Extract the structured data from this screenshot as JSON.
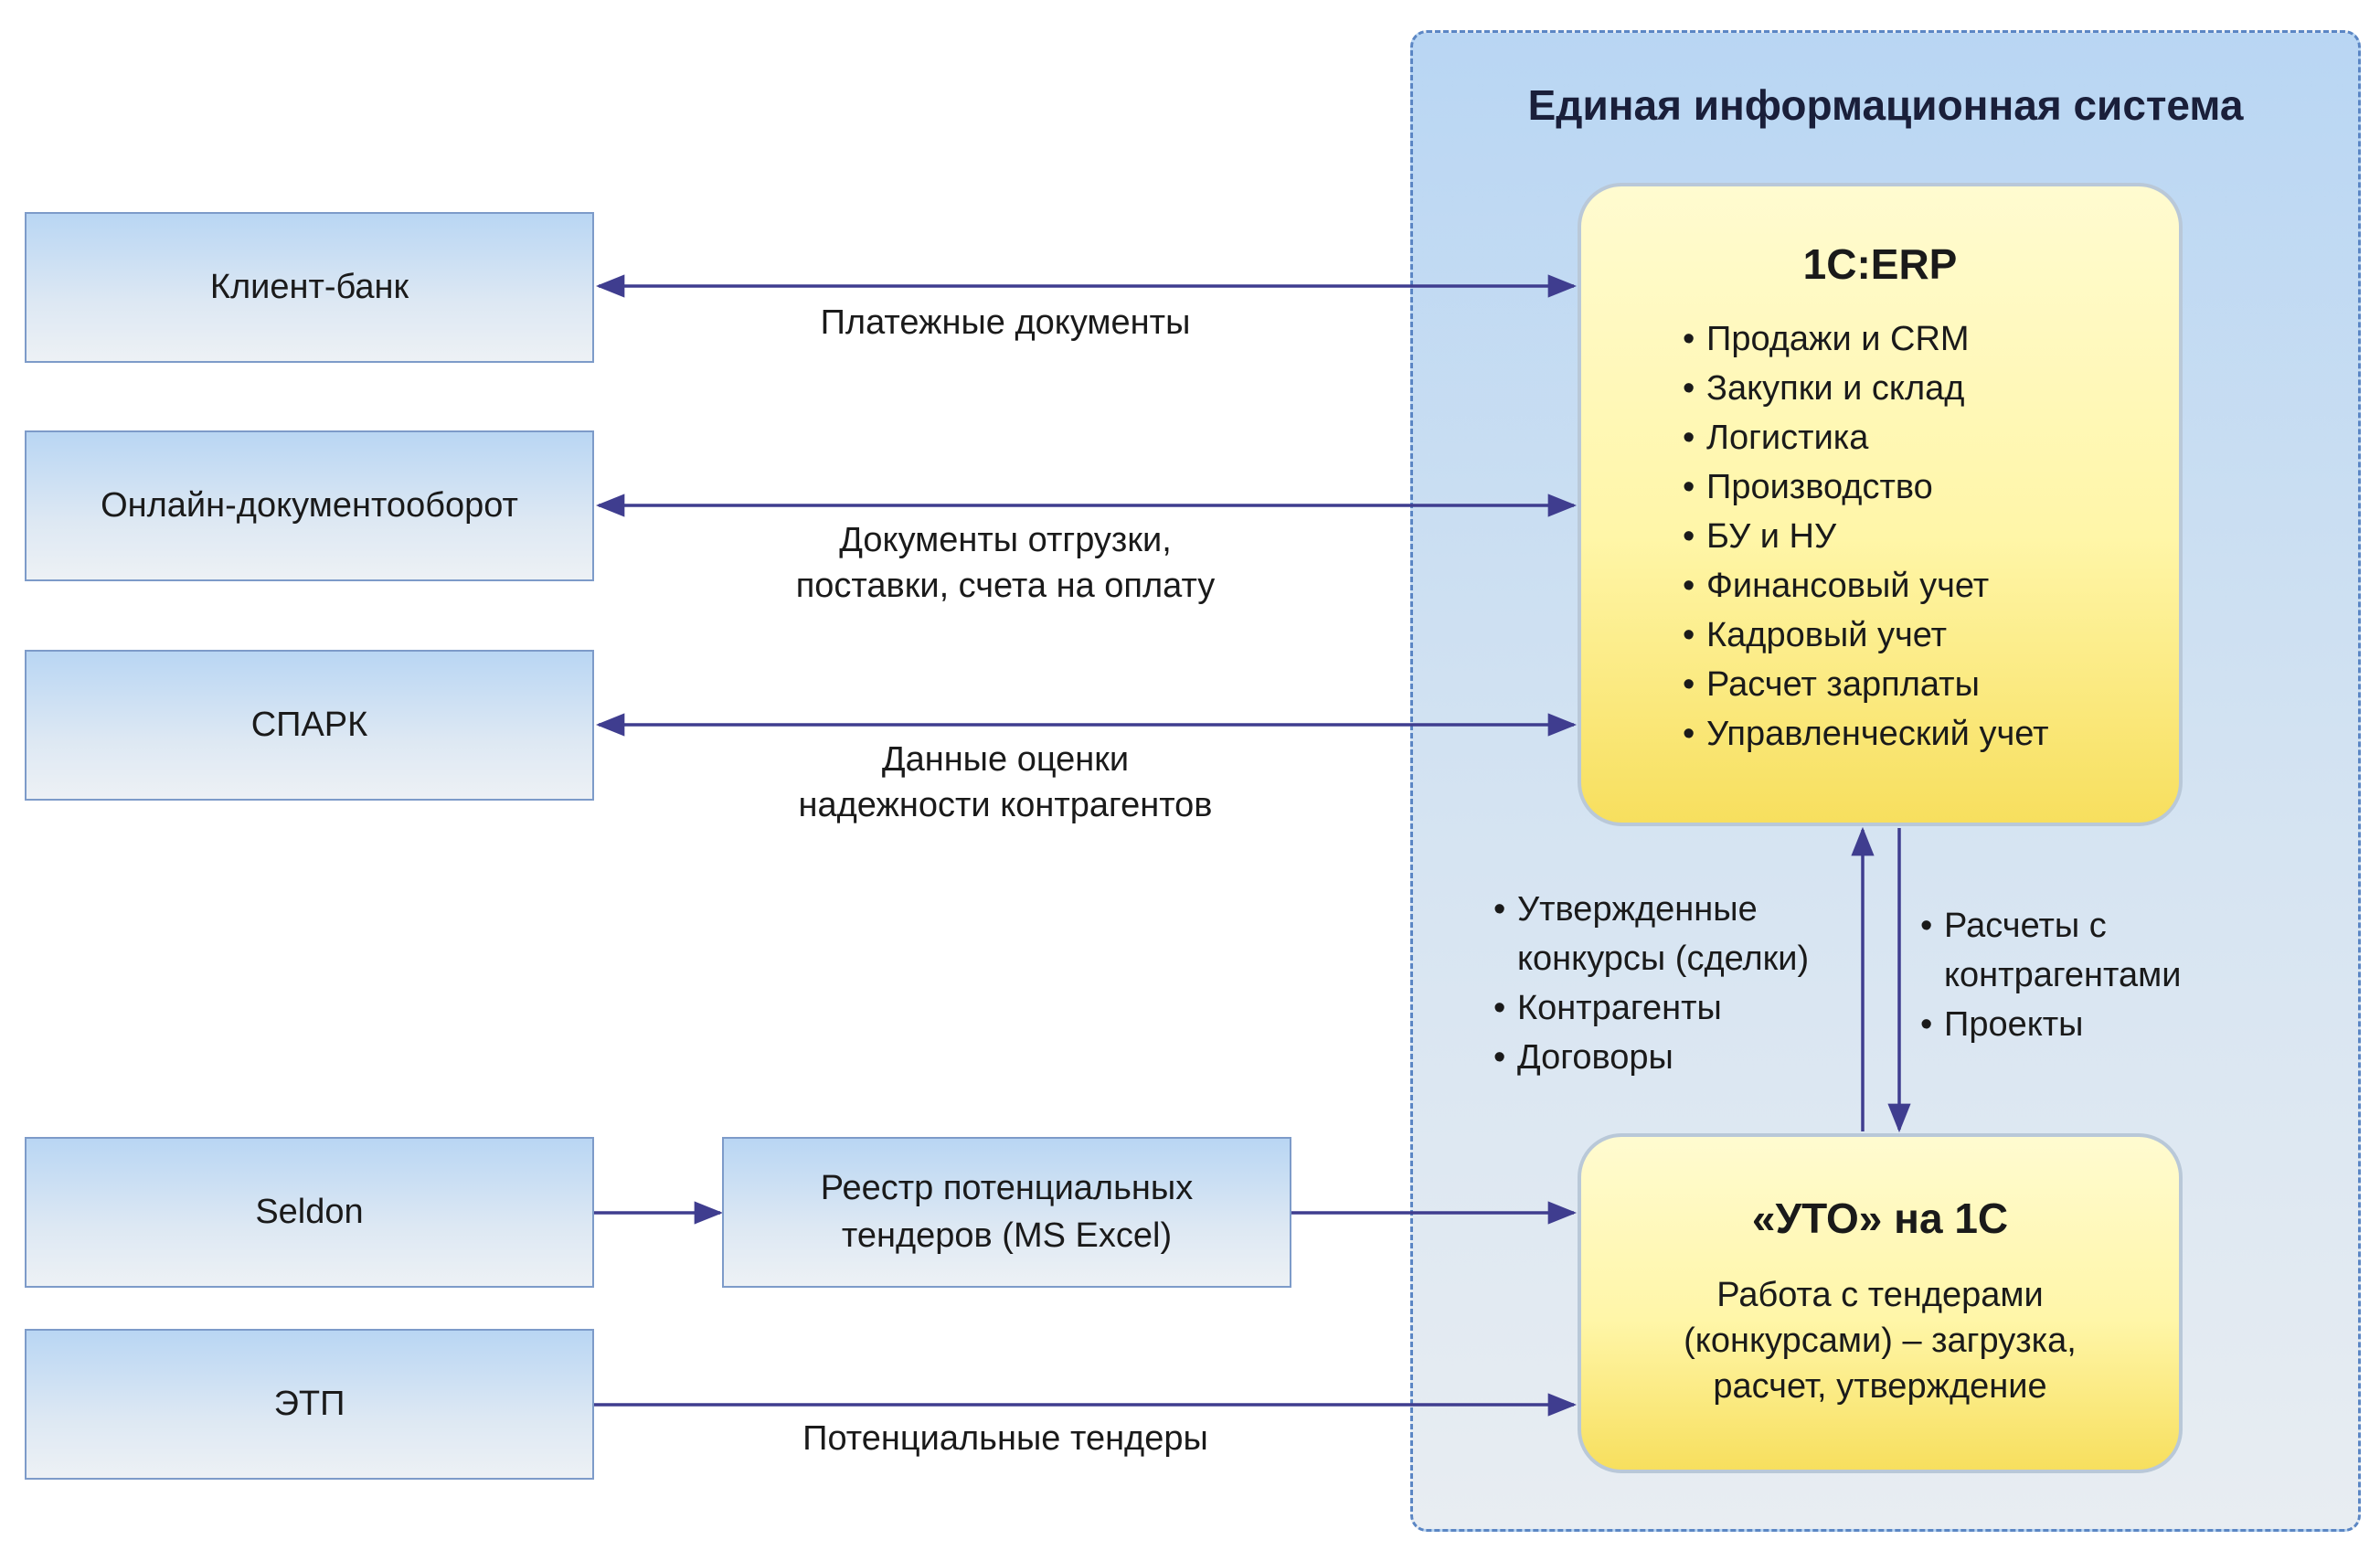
{
  "system": {
    "title": "Единая информационная система"
  },
  "erp": {
    "title": "1С:ERP",
    "items": [
      "Продажи и CRM",
      "Закупки и склад",
      "Логистика",
      "Производство",
      "БУ и НУ",
      "Финансовый учет",
      "Кадровый учет",
      "Расчет зарплаты",
      "Управленческий учет"
    ]
  },
  "uto": {
    "title": "«УТО» на 1С",
    "description": [
      "Работа с тендерами",
      "(конкурсами) – загрузка,",
      "расчет, утверждение"
    ]
  },
  "external": {
    "client_bank": "Клиент-банк",
    "online_docflow": "Онлайн-документооборот",
    "spark": "СПАРК",
    "seldon": "Seldon",
    "etp": "ЭТП",
    "registry": [
      "Реестр потенциальных",
      "тендеров (MS Excel)"
    ]
  },
  "flows": {
    "payment_docs": "Платежные документы",
    "shipment_docs": [
      "Документы отгрузки,",
      "поставки, счета на оплату"
    ],
    "reliability_data": [
      "Данные оценки",
      "надежности контрагентов"
    ],
    "potential_tenders": "Потенциальные тендеры",
    "uto_to_erp": [
      "Утвержденные",
      "конкурсы (сделки)",
      "Контрагенты",
      "Договоры"
    ],
    "erp_to_uto": [
      "Расчеты с",
      "контрагентами",
      "Проекты"
    ]
  },
  "colors": {
    "arrow": "#3f3d8f",
    "system_border": "#5b86c4",
    "erp_fill": "#fff6a8"
  }
}
